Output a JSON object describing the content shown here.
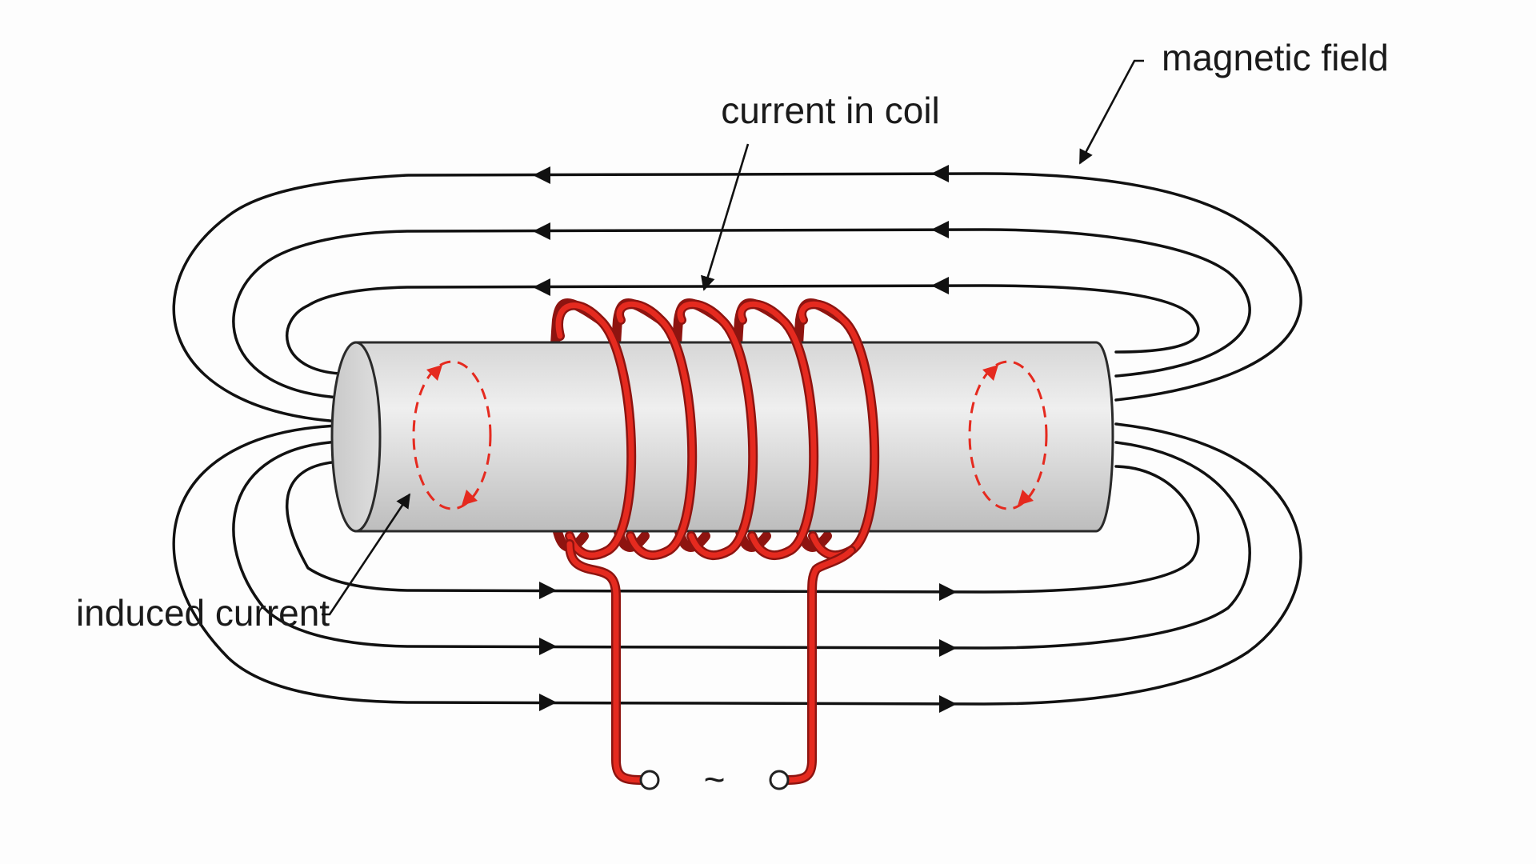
{
  "labels": {
    "magnetic_field": "magnetic field",
    "current_in_coil": "current in coil",
    "induced_current": "induced current",
    "ac_source_symbol": "~"
  },
  "colors": {
    "coil": "#e52a1f",
    "coil_outline": "#8e1410",
    "field_lines": "#111111",
    "rod_light": "#ececec",
    "rod_dark": "#b9b9b9",
    "rod_outline": "#2a2a2a",
    "eddy_current": "#e52a1f"
  },
  "components": {
    "rod": "cylindrical metal rod",
    "coil_turns": 5,
    "field_loops_above": 3,
    "field_loops_below": 3,
    "eddy_loops": 2,
    "source": "AC source"
  }
}
